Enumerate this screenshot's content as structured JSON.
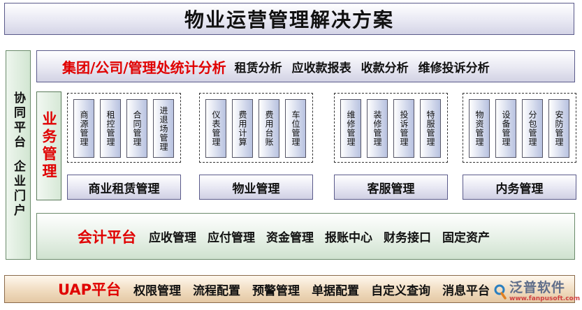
{
  "title": "物业运营管理解决方案",
  "left_column": {
    "top": "协同平台",
    "bottom": "企业门户"
  },
  "analysis": {
    "title": "集团/公司/管理处统计分析",
    "items": [
      "租赁分析",
      "应收款报表",
      "收款分析",
      "维修投诉分析"
    ]
  },
  "business": {
    "label": "业务管理",
    "groups": [
      {
        "label": "商业租赁管理",
        "modules": [
          "商源管理",
          "租控管理",
          "合同管理",
          "进退场管理"
        ]
      },
      {
        "label": "物业管理",
        "modules": [
          "仪表管理",
          "费用计算",
          "费用台账",
          "车位管理"
        ]
      },
      {
        "label": "客服管理",
        "modules": [
          "维修管理",
          "装修管理",
          "投诉管理",
          "特服管理"
        ]
      },
      {
        "label": "内务管理",
        "modules": [
          "物资管理",
          "设备管理",
          "分包管理",
          "安防管理"
        ]
      }
    ]
  },
  "accounting": {
    "title": "会计平台",
    "items": [
      "应收管理",
      "应付管理",
      "资金管理",
      "报账中心",
      "财务接口",
      "固定资产"
    ]
  },
  "uap": {
    "title": "UAP平台",
    "items": [
      "权限管理",
      "流程配置",
      "预警管理",
      "单据配置",
      "自定义查询",
      "消息平台"
    ]
  },
  "watermark": {
    "brand": "泛普软件",
    "url": "www.fanpusoft.com"
  }
}
